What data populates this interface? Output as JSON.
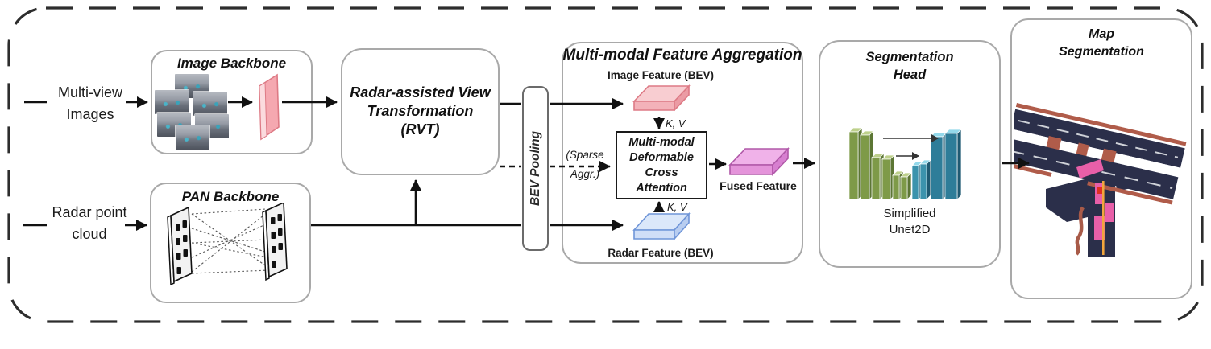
{
  "inputs": {
    "multi_view": {
      "line1": "Multi-view",
      "line2": "Images"
    },
    "radar": {
      "line1": "Radar point",
      "line2": "cloud"
    }
  },
  "image_backbone": {
    "title": "Image Backbone"
  },
  "pan_backbone": {
    "title": "PAN Backbone"
  },
  "rvt": {
    "line1": "Radar-assisted View",
    "line2": "Transformation",
    "line3": "(RVT)"
  },
  "bev_pooling": {
    "label": "BEV Pooling"
  },
  "mmfa": {
    "title": "Multi-modal Feature Aggregation",
    "image_feature_label": "Image Feature (BEV)",
    "radar_feature_label": "Radar Feature (BEV)",
    "kv_top": "K, V",
    "kv_bottom": "K, V",
    "sparse_line1": "(Sparse",
    "sparse_line2": "Aggr.)",
    "mdca": {
      "line1": "Multi-modal",
      "line2": "Deformable",
      "line3": "Cross",
      "line4": "Attention"
    },
    "fused_label": "Fused Feature"
  },
  "seg_head": {
    "title_line1": "Segmentation",
    "title_line2": "Head",
    "caption_line1": "Simplified",
    "caption_line2": "Unet2D"
  },
  "map_seg": {
    "title_line1": "Map",
    "title_line2": "Segmentation"
  },
  "colors": {
    "image_feature": "#f3b2b9",
    "radar_feature": "#cfdef7",
    "fused_feature": "#e494da",
    "encoder_green": "#7e9a48",
    "decoder_teal": "#2e7d99",
    "map_road": "#2b2f4a",
    "map_boundary": "#b05c4a",
    "map_crosswalk": "#e85fa8",
    "map_lane_divider": "#f2a63c"
  }
}
